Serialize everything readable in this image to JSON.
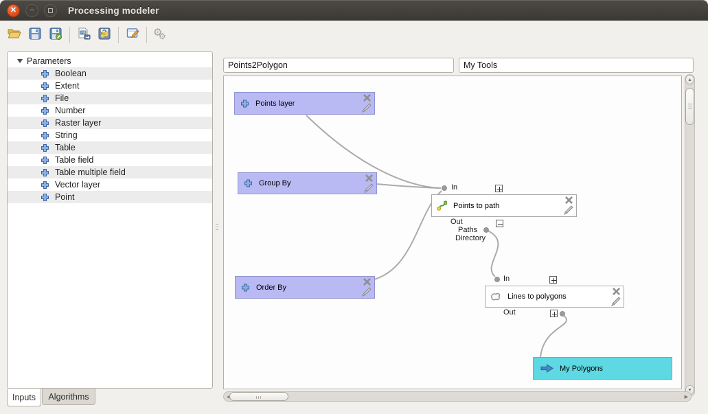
{
  "window": {
    "title": "Processing modeler",
    "controls": [
      "close-icon",
      "minimize-icon",
      "maximize-icon"
    ]
  },
  "toolbar": {
    "buttons": [
      {
        "name": "open-model",
        "icon": "folder-open-icon"
      },
      {
        "name": "save-model",
        "icon": "save-icon"
      },
      {
        "name": "save-model-as",
        "icon": "save-as-icon"
      },
      {
        "name": "export-as-image",
        "icon": "export-image-icon"
      },
      {
        "name": "export-as-python",
        "icon": "export-python-icon"
      },
      {
        "name": "edit-model-help",
        "icon": "edit-help-icon"
      },
      {
        "name": "run-model",
        "icon": "gears-icon"
      }
    ]
  },
  "sidebar": {
    "root_label": "Parameters",
    "items": [
      {
        "label": "Boolean"
      },
      {
        "label": "Extent"
      },
      {
        "label": "File"
      },
      {
        "label": "Number"
      },
      {
        "label": "Raster layer"
      },
      {
        "label": "String"
      },
      {
        "label": "Table"
      },
      {
        "label": "Table field"
      },
      {
        "label": "Table multiple field"
      },
      {
        "label": "Vector layer"
      },
      {
        "label": "Point"
      }
    ]
  },
  "tabs": [
    {
      "label": "Inputs",
      "active": true
    },
    {
      "label": "Algorithms",
      "active": false
    }
  ],
  "model": {
    "name_value": "Points2Polygon",
    "group_value": "My Tools"
  },
  "canvas": {
    "param_boxes": [
      {
        "label": "Points layer"
      },
      {
        "label": "Group By"
      },
      {
        "label": "Order By"
      }
    ],
    "algo_boxes": [
      {
        "label": "Points to path",
        "in_label": "In",
        "out_label": "Out",
        "out_ports": [
          "Paths",
          "Directory"
        ]
      },
      {
        "label": "Lines to polygons",
        "in_label": "In",
        "out_label": "Out"
      }
    ],
    "output_boxes": [
      {
        "label": "My Polygons"
      }
    ]
  },
  "colors": {
    "param_box_fill": "#b9b9f4",
    "output_box_fill": "#5ed8e2",
    "algo_box_fill": "#ffffff",
    "connection": "#ababab",
    "titlebar_close": "#dd4814"
  }
}
